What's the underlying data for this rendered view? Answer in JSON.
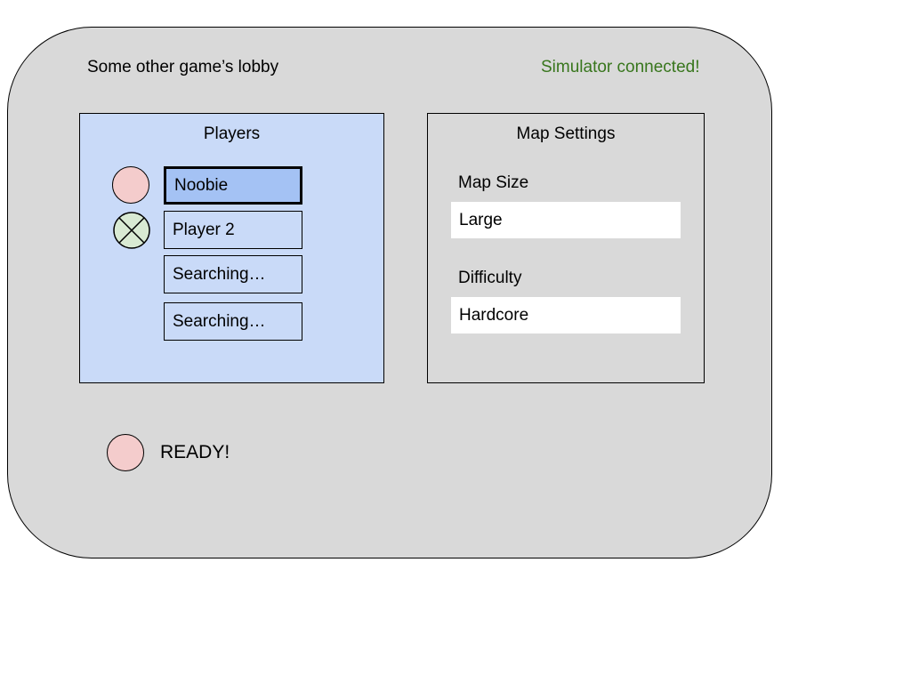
{
  "window": {
    "title": "Some other game’s lobby",
    "status": "Simulator connected!"
  },
  "players_panel": {
    "title": "Players",
    "slots": [
      {
        "name": "Noobie",
        "selected": true,
        "avatar": "pink-circle"
      },
      {
        "name": "Player 2",
        "selected": false,
        "avatar": "green-circle-x"
      },
      {
        "name": "Searching…",
        "selected": false,
        "avatar": null
      },
      {
        "name": "Searching…",
        "selected": false,
        "avatar": null
      }
    ]
  },
  "map_settings": {
    "title": "Map Settings",
    "map_size": {
      "label": "Map Size",
      "value": "Large"
    },
    "difficulty": {
      "label": "Difficulty",
      "value": "Hardcore"
    }
  },
  "ready": {
    "label": "READY!"
  },
  "colors": {
    "lobby_background": "#d9d9d9",
    "players_panel_background": "#c9daf8",
    "selected_slot_background": "#a4c2f4",
    "avatar_pink": "#f4cccc",
    "avatar_green": "#d9ead3",
    "status_text": "#38761d",
    "value_box_background": "#ffffff"
  }
}
